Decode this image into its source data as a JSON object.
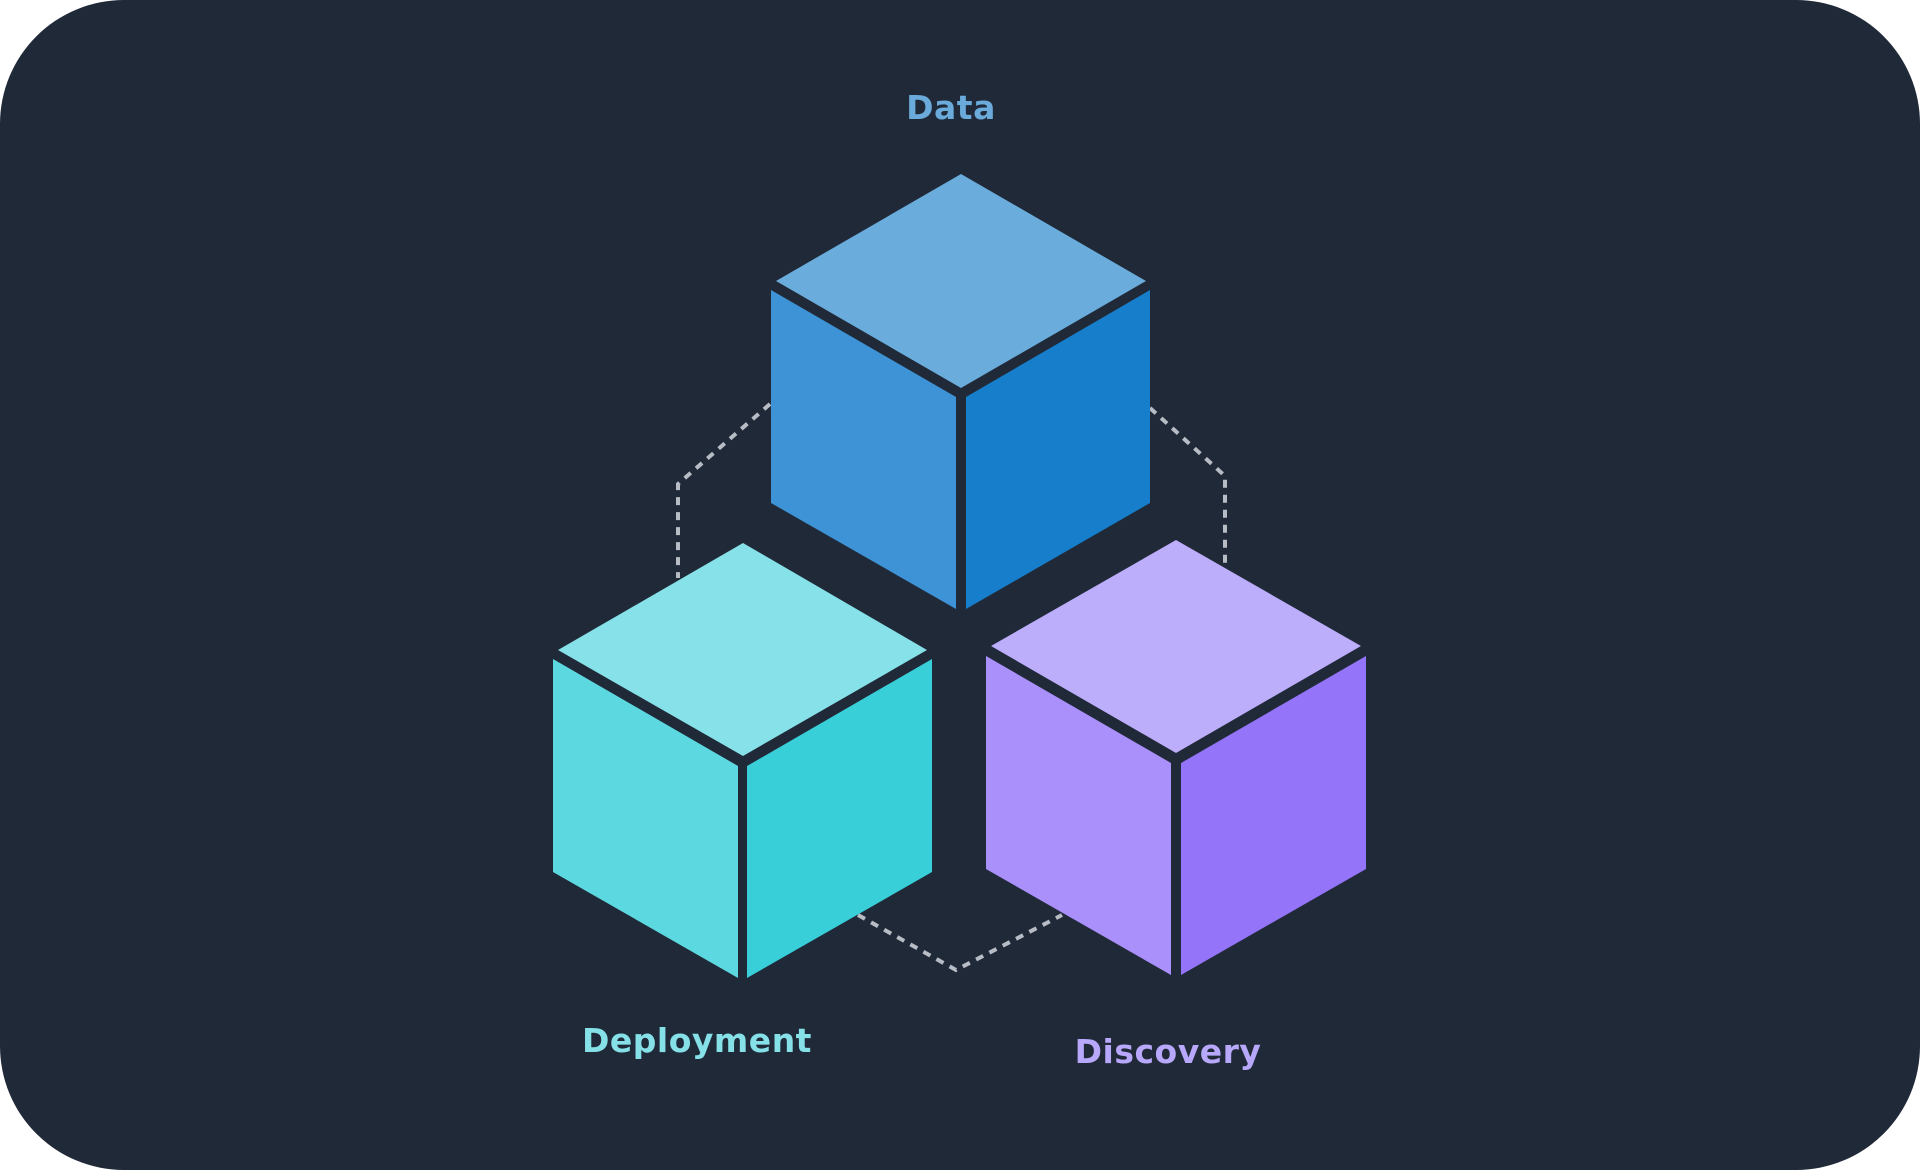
{
  "diagram": {
    "background": "#202938",
    "connector_color": "#b7bcc5",
    "nodes": [
      {
        "id": "data",
        "label": "Data",
        "label_color": "#6aabdc",
        "colors": {
          "top": "#6aacdc",
          "left": "#3d93d5",
          "right": "#167ecb"
        }
      },
      {
        "id": "deployment",
        "label": "Deployment",
        "label_color": "#85e0e8",
        "colors": {
          "top": "#86e1e8",
          "left": "#5cd9e0",
          "right": "#38cfd9"
        }
      },
      {
        "id": "discovery",
        "label": "Discovery",
        "label_color": "#b8a8fb",
        "colors": {
          "top": "#bdaefc",
          "left": "#aa90fb",
          "right": "#9474f9"
        }
      }
    ],
    "connectors": [
      {
        "from": "data",
        "to": "deployment",
        "style": "dashed"
      },
      {
        "from": "data",
        "to": "discovery",
        "style": "dashed"
      },
      {
        "from": "deployment",
        "to": "discovery",
        "style": "dashed"
      }
    ]
  }
}
